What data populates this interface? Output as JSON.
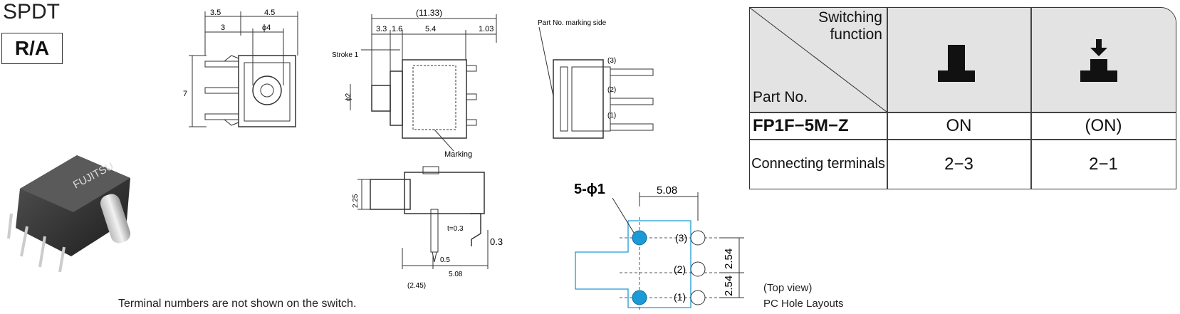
{
  "header": {
    "type_label": "SPDT",
    "mount_label": "R/A"
  },
  "drawing": {
    "front_view": {
      "dim_top1": "3.5",
      "dim_top2": "4.5",
      "dim_mid1": "3",
      "dim_mid2": "ϕ4",
      "dim_left": "7"
    },
    "side_view": {
      "dim_overall": "(11.33)",
      "dim_a": "3.3",
      "dim_b": "1.6",
      "dim_c": "5.4",
      "dim_d": "1.03",
      "stroke_label": "Stroke 1",
      "shaft_dia": "ϕ2",
      "marking_label": "Marking"
    },
    "rear_view": {
      "marking_side_label": "Part No. marking side",
      "term_3": "(3)",
      "term_2": "(2)",
      "term_1": "(1)"
    },
    "bottom_view": {
      "dim_height": "2.25",
      "dim_t": "t=0.3",
      "dim_lead": "0.3",
      "dim_05": "0.5",
      "dim_245": "(2.45)",
      "dim_508": "5.08"
    }
  },
  "pc_layout": {
    "hole_label": "5-ϕ1",
    "pitch_h": "5.08",
    "pitch_v1": "2.54",
    "pitch_v2": "2.54",
    "term_3": "(3)",
    "term_2": "(2)",
    "term_1": "(1)",
    "view_label": "(Top view)",
    "caption": "PC Hole Layouts",
    "hole_color": "#1a9ad6"
  },
  "table": {
    "header_top": "Switching function",
    "header_bottom": "Part No.",
    "part_no": "FP1F−5M−Z",
    "row_label": "Connecting terminals",
    "col1_state": "ON",
    "col2_state": "(ON)",
    "col1_terminals": "2−3",
    "col2_terminals": "2−1",
    "icons": [
      "switch-off-icon",
      "switch-push-icon"
    ]
  },
  "footnote": "Terminal numbers are not shown on the switch."
}
